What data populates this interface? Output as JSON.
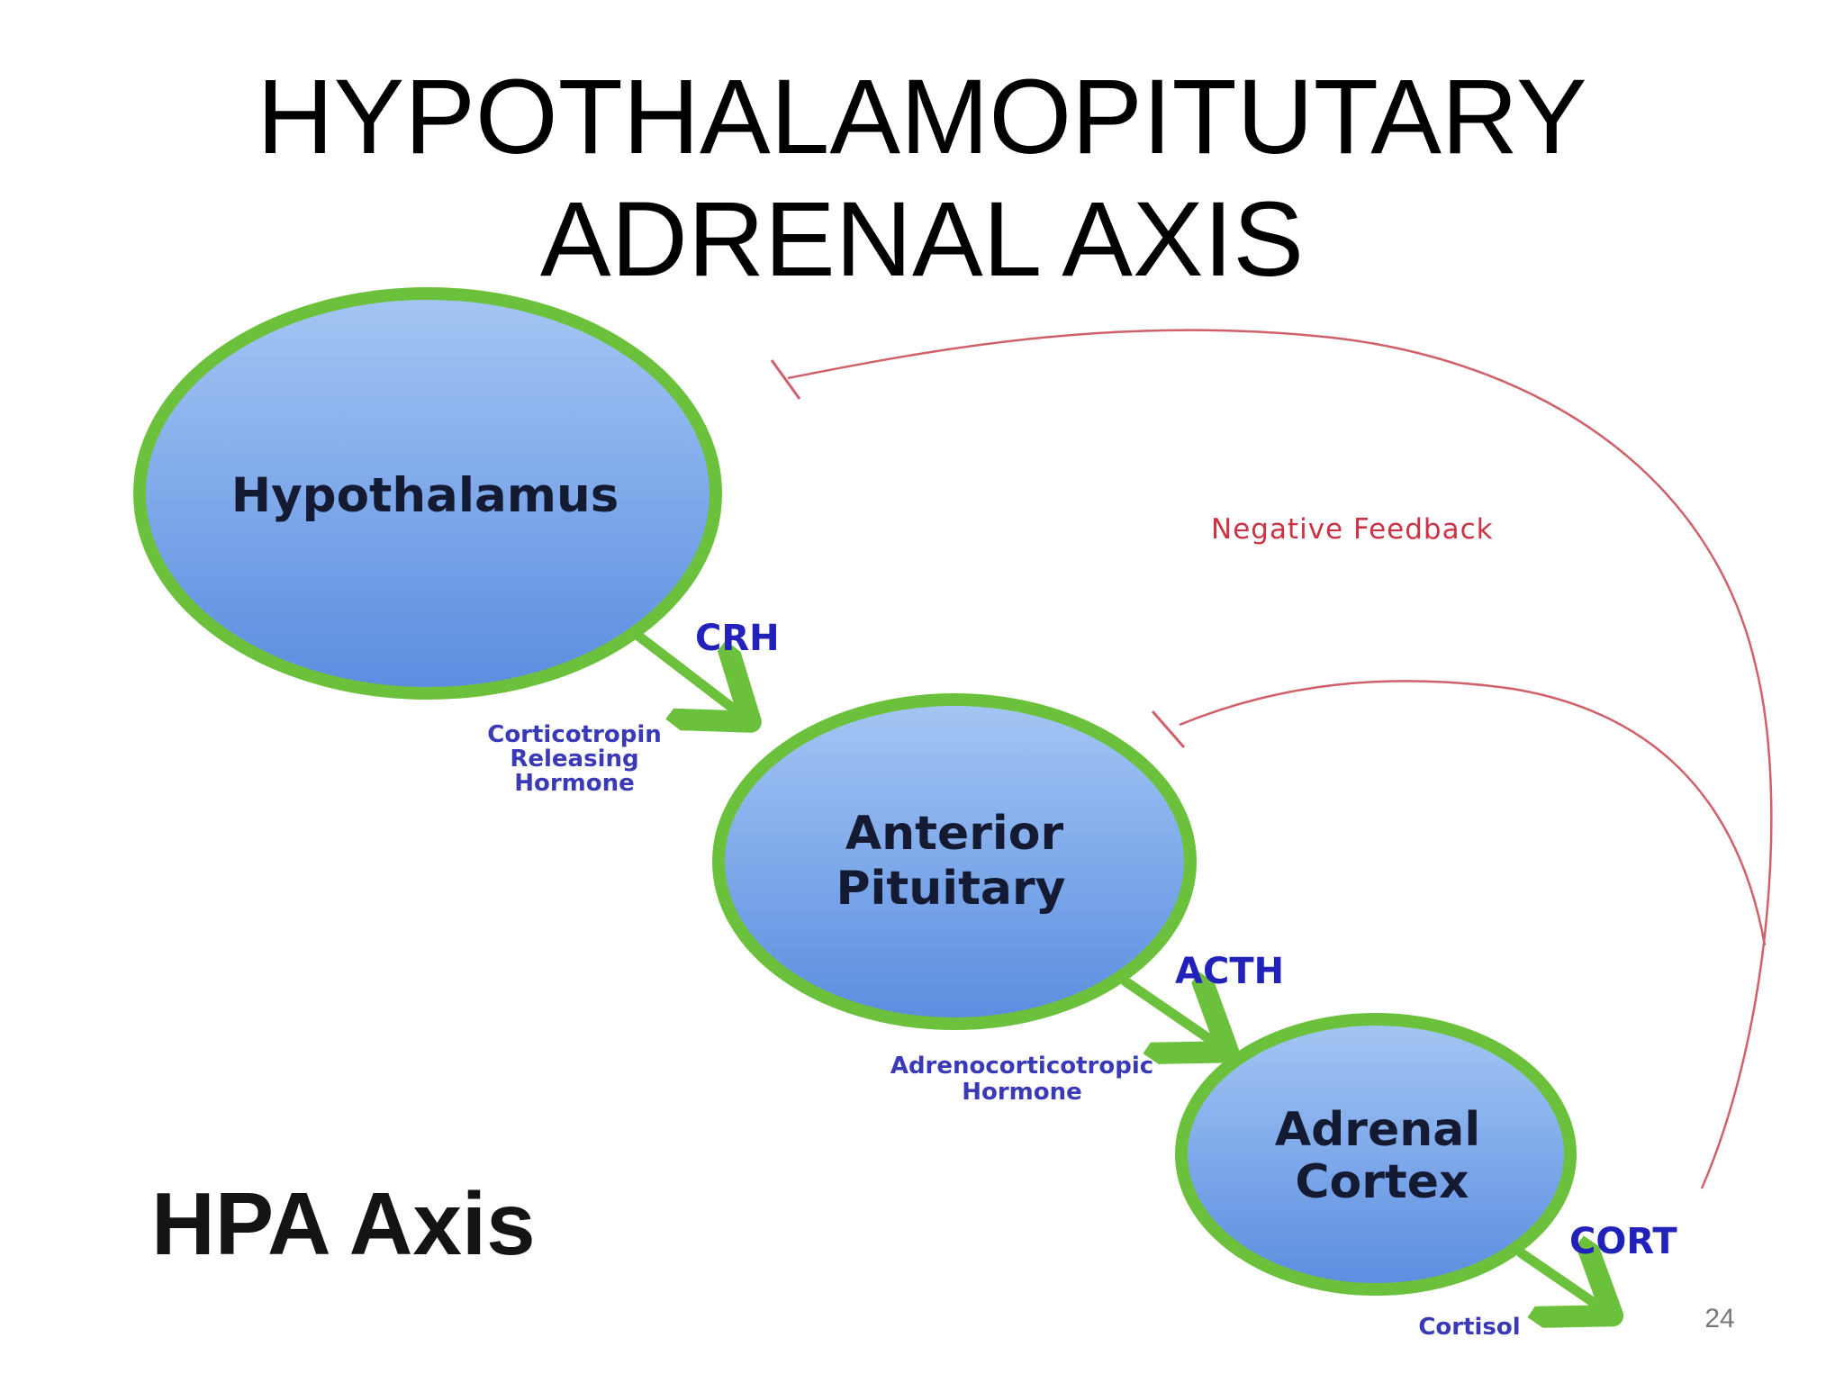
{
  "slide": {
    "title_line1": "HYPOTHALAMOPITUTARY",
    "title_line2": "ADRENAL AXIS",
    "page_number": "24"
  },
  "diagram": {
    "heading": "HPA Axis",
    "feedback_label": "Negative Feedback",
    "colors": {
      "node_fill_top": "#9cc0f2",
      "node_fill_bottom": "#5a8ee0",
      "node_ring": "#6cc13c",
      "arrow": "#6cc13c",
      "feedback": "#d0606a",
      "hormone_abbr": "#2222bb"
    },
    "nodes": [
      {
        "id": "hypothalamus",
        "lines": [
          "Hypothalamus"
        ]
      },
      {
        "id": "anterior-pituitary",
        "lines": [
          "Anterior",
          "Pituitary"
        ]
      },
      {
        "id": "adrenal-cortex",
        "lines": [
          "Adrenal",
          "Cortex"
        ]
      }
    ],
    "hormones": [
      {
        "abbr": "CRH",
        "full_lines": [
          "Corticotropin",
          "Releasing",
          "Hormone"
        ]
      },
      {
        "abbr": "ACTH",
        "full_lines": [
          "Adrenocorticotropic",
          "Hormone"
        ]
      },
      {
        "abbr": "CORT",
        "full_lines": [
          "Cortisol"
        ]
      }
    ]
  }
}
